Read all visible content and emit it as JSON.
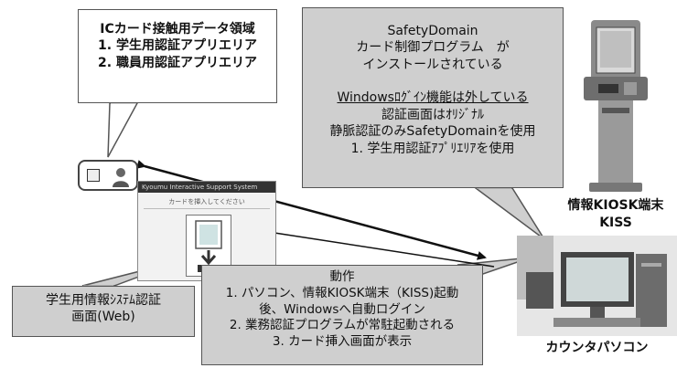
{
  "ic_card_area": {
    "lines": [
      "ICカード接触用データ領域",
      "1. 学生用認証アプリエリア",
      "2. 職員用認証アプリエリア"
    ]
  },
  "safety_domain_box": {
    "lines": [
      "SafetyDomain",
      "カード制御プログラム　が",
      "インストールされている",
      "Windowsﾛｸﾞｲﾝ機能は外している",
      "認証画面はｵﾘｼﾞﾅﾙ",
      "静脈認証のみSafetyDomainを使用",
      "1. 学生用認証ｱﾌﾟﾘｴﾘｱを使用"
    ]
  },
  "kiosk": {
    "label_line1": "情報KIOSK端末",
    "label_line2": "KISS"
  },
  "counter_pc": {
    "label": "カウンタパソコン"
  },
  "student_auth_box": {
    "line1": "学生用情報ｼｽﾃﾑ認証",
    "line2": "画面(Web)"
  },
  "operation_box": {
    "lines": [
      "動作",
      "1. パソコン、情報KIOSK端末（KISS)起動",
      "後、Windowsへ自動ログイン",
      "2. 業務認証プログラムが常駐起動される",
      "3. カード挿入画面が表示"
    ]
  },
  "screen_mock": {
    "title_bar": "Kyoumu Interactive Support System",
    "prompt": "カードを挿入してください"
  },
  "colors": {
    "callout_gray": "#cfcfcf",
    "border": "#555555",
    "arrow": "#111111"
  }
}
